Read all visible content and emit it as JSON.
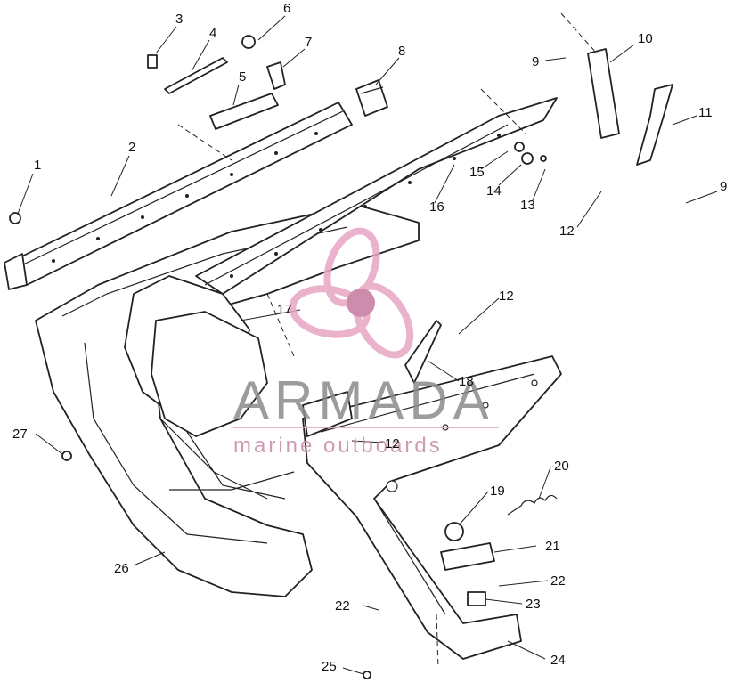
{
  "diagram": {
    "callouts": [
      "1",
      "2",
      "3",
      "4",
      "5",
      "6",
      "7",
      "8",
      "9",
      "10",
      "11",
      "9",
      "12",
      "13",
      "14",
      "15",
      "16",
      "17",
      "12",
      "18",
      "12",
      "27",
      "19",
      "20",
      "21",
      "22",
      "22",
      "23",
      "26",
      "24",
      "25"
    ]
  },
  "watermark": {
    "brand": "ARMADA",
    "tagline": "marine outboards",
    "logo": "propeller-logo",
    "colors": {
      "pink": "#e7a6c3",
      "pink_dark": "#c5789e",
      "grey": "#8d8a8c"
    }
  }
}
